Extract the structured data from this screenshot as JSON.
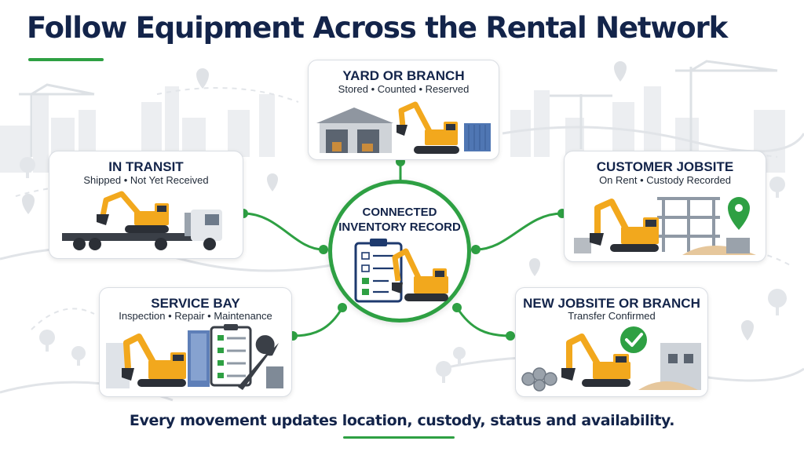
{
  "title": "Follow Equipment Across the Rental Network",
  "hub": {
    "title_line1": "CONNECTED",
    "title_line2": "INVENTORY RECORD"
  },
  "stages": {
    "yard": {
      "title": "YARD OR BRANCH",
      "subtitle": "Stored • Counted • Reserved"
    },
    "transit": {
      "title": "IN TRANSIT",
      "subtitle": "Shipped • Not Yet Received"
    },
    "jobsite": {
      "title": "CUSTOMER JOBSITE",
      "subtitle": "On Rent • Custody Recorded"
    },
    "service": {
      "title": "SERVICE BAY",
      "subtitle": "Inspection • Repair • Maintenance"
    },
    "new_jobsite": {
      "title": "NEW JOBSITE OR BRANCH",
      "subtitle": "Transfer Confirmed"
    }
  },
  "footer": "Every movement updates location, custody, status and availability.",
  "colors": {
    "navy": "#13244a",
    "green": "#2ea043",
    "excavator_yellow": "#f2a81d",
    "background_gray": "#e6e9ed"
  }
}
